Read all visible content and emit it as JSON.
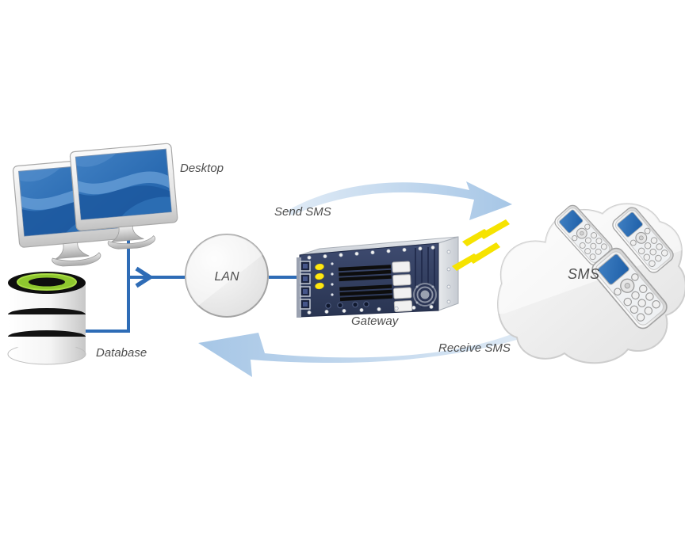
{
  "labels": {
    "desktop": "Desktop",
    "database": "Database",
    "lan": "LAN",
    "gateway": "Gateway",
    "sms": "SMS",
    "send_sms": "Send SMS",
    "receive_sms": "Receive SMS"
  },
  "colors": {
    "connector_blue": "#2e6cb6",
    "screen_blue": "#2a6cb5",
    "panel_navy": "#323f60",
    "led_yellow": "#ffe713",
    "bolt_yellow": "#f6e300",
    "db_ring_green": "#8ec72e",
    "arrow_light_blue": "#b9d2ea",
    "label_gray": "#4f4f4f"
  },
  "diagram": {
    "nodes": [
      {
        "id": "desktop",
        "label": "Desktop",
        "type": "two desktop monitors"
      },
      {
        "id": "database",
        "label": "Database",
        "type": "database cylinder"
      },
      {
        "id": "lan",
        "label": "LAN",
        "type": "network sphere"
      },
      {
        "id": "gateway",
        "label": "Gateway",
        "type": "rack server with antenna lightning"
      },
      {
        "id": "sms",
        "label": "SMS",
        "type": "cloud with three mobile phones"
      }
    ],
    "flows": [
      {
        "label": "Send SMS",
        "from": "gateway",
        "to": "sms",
        "direction": "right"
      },
      {
        "label": "Receive SMS",
        "from": "sms",
        "to": "gateway",
        "direction": "left"
      }
    ],
    "connections": [
      {
        "from": "desktop",
        "to": "database"
      },
      {
        "from": "desktop",
        "to": "lan"
      },
      {
        "from": "lan",
        "to": "gateway"
      }
    ]
  }
}
